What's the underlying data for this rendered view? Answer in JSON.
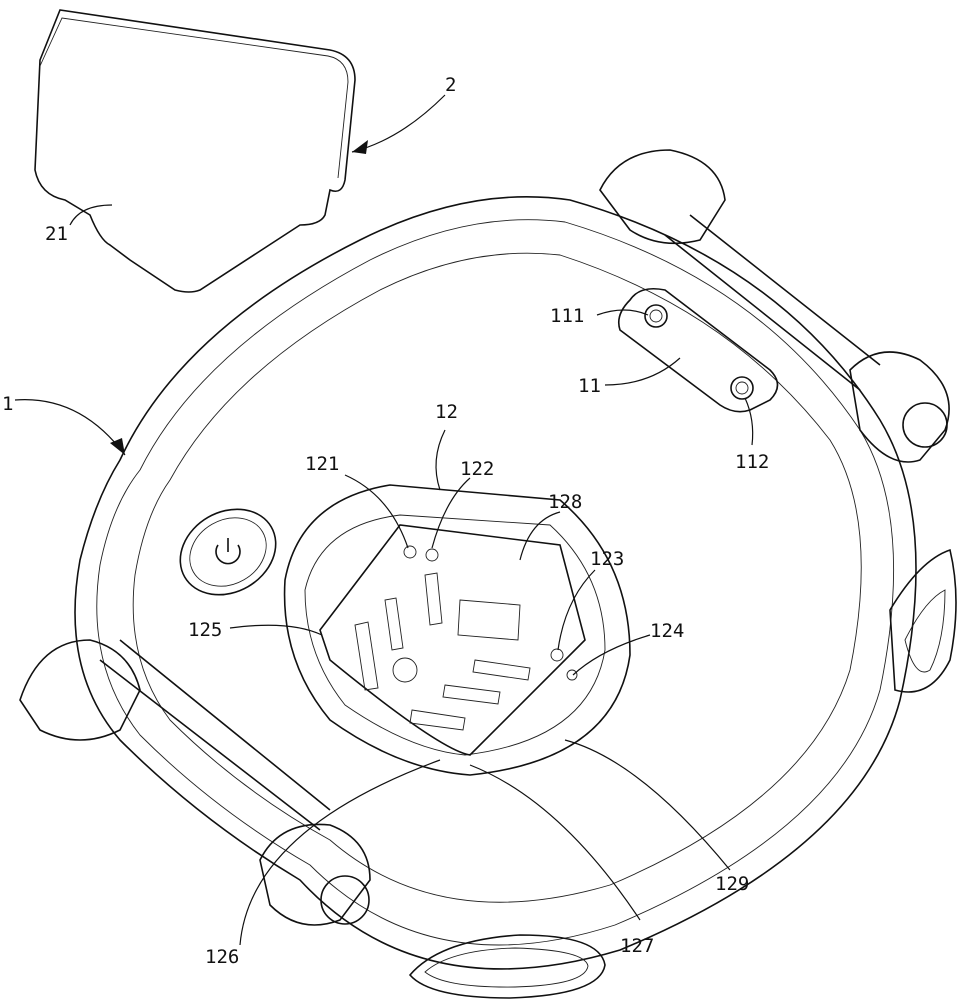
{
  "figure": {
    "labels": {
      "cover": "2",
      "cover_tab": "21",
      "watch_body": "1",
      "contact_hole_1": "111",
      "charging_plate": "11",
      "contact_hole_2": "112",
      "card_slot": "12",
      "slot_hole_121": "121",
      "slot_hole_122": "122",
      "slot_rim": "128",
      "slot_hole_123": "123",
      "slot_hole_124": "124",
      "card_holder": "125",
      "slot_notch_126": "126",
      "slot_notch_127": "127",
      "slot_edge_129": "129"
    }
  }
}
